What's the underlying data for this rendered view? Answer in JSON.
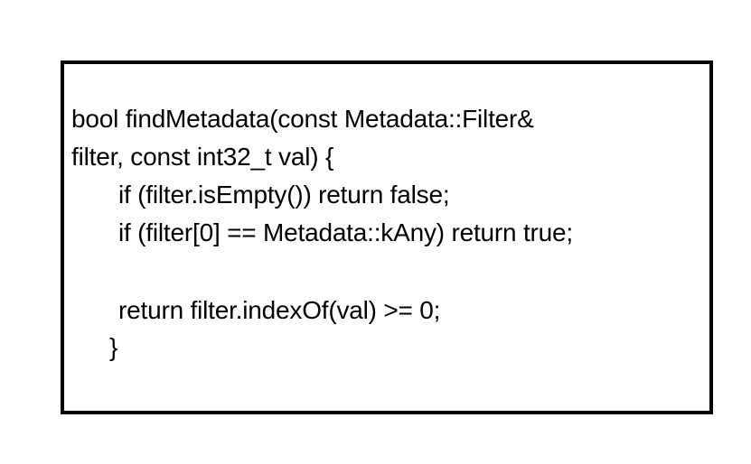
{
  "code": {
    "lines": [
      "bool findMetadata(const Metadata::Filter&",
      "filter, const int32_t val) {",
      "if (filter.isEmpty()) return false;",
      "if (filter[0] == Metadata::kAny) return true;",
      "return filter.indexOf(val) >= 0;",
      "}"
    ]
  }
}
